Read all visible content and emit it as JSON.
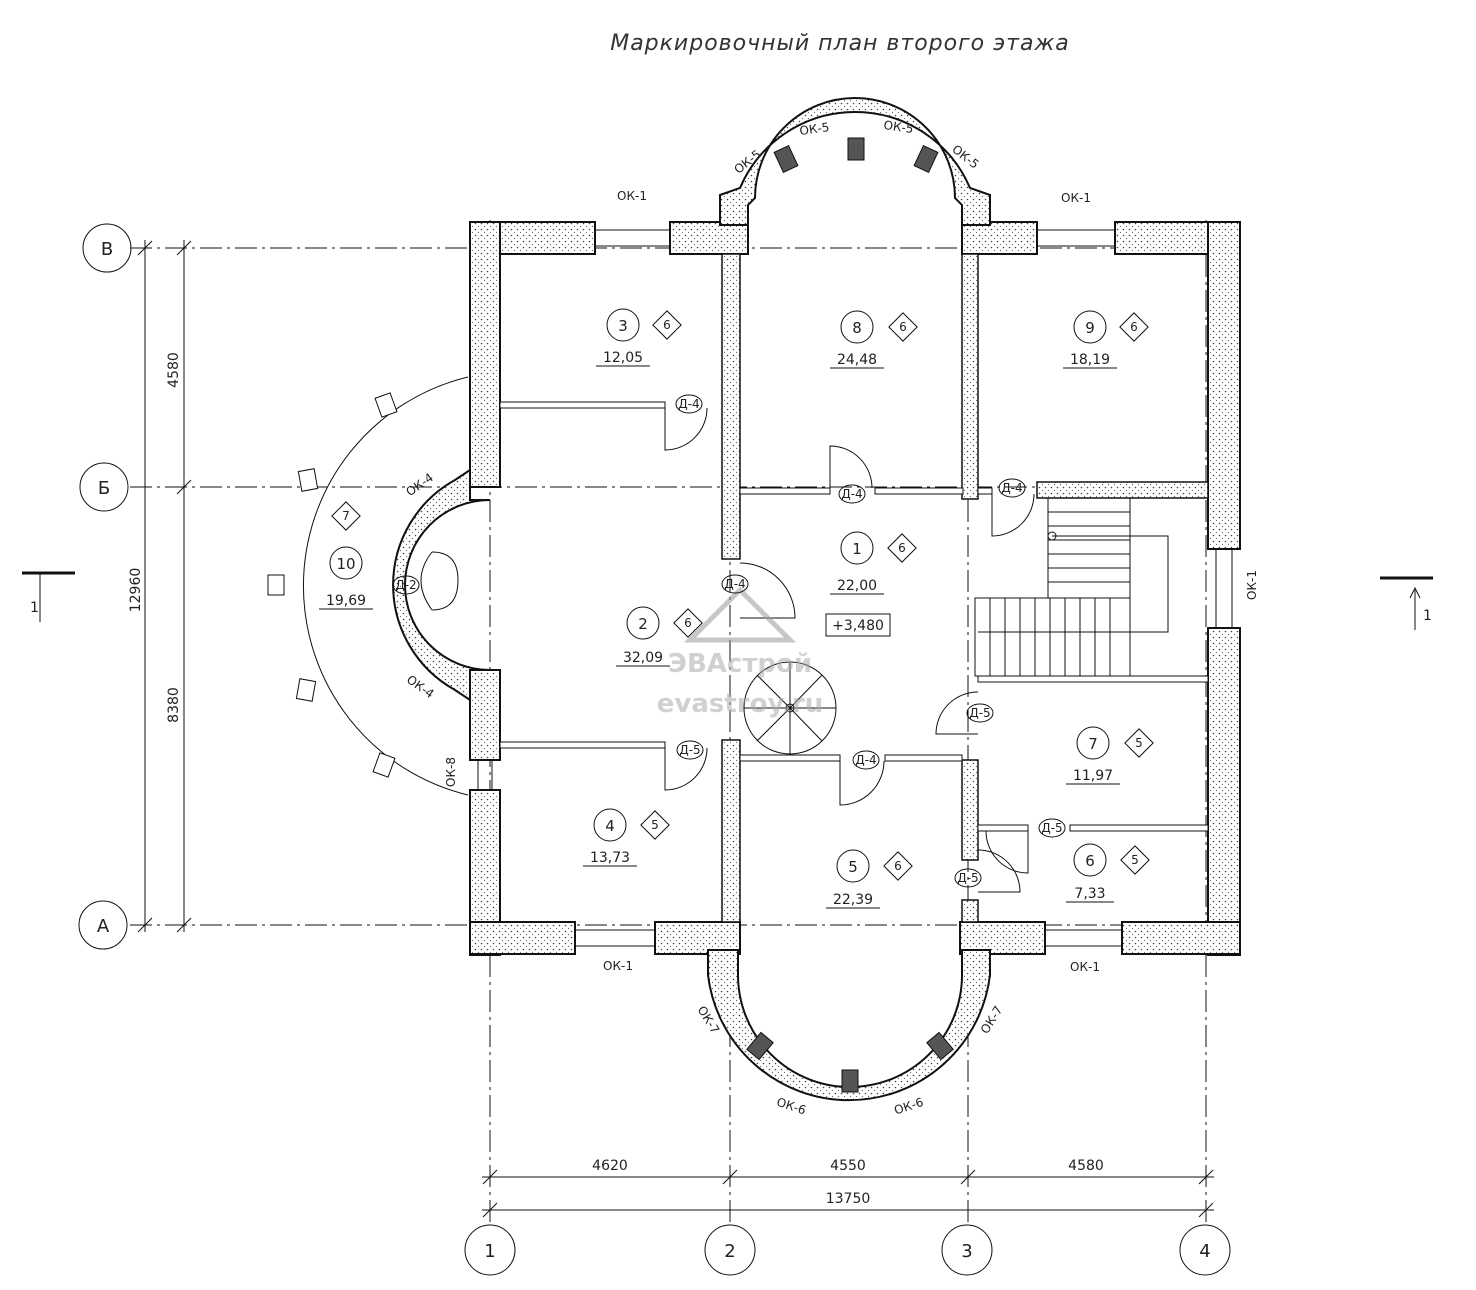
{
  "title": "Маркировочный план второго этажа",
  "axes": {
    "rows": [
      "В",
      "Б",
      "А"
    ],
    "cols": [
      "1",
      "2",
      "3",
      "4"
    ]
  },
  "dimensions": {
    "left_total": "12960",
    "left_top": "4580",
    "left_bottom": "8380",
    "bottom_1": "4620",
    "bottom_2": "4550",
    "bottom_3": "4580",
    "bottom_total": "13750"
  },
  "rooms": [
    {
      "num": "1",
      "area": "22,00",
      "type": "6"
    },
    {
      "num": "2",
      "area": "32,09",
      "type": "6"
    },
    {
      "num": "3",
      "area": "12,05",
      "type": "6"
    },
    {
      "num": "4",
      "area": "13,73",
      "type": "5"
    },
    {
      "num": "5",
      "area": "22,39",
      "type": "6"
    },
    {
      "num": "6",
      "area": "7,33",
      "type": "5"
    },
    {
      "num": "7",
      "area": "11,97",
      "type": "5"
    },
    {
      "num": "8",
      "area": "24,48",
      "type": "6"
    },
    {
      "num": "9",
      "area": "18,19",
      "type": "6"
    },
    {
      "num": "10",
      "area": "19,69",
      "type": "7"
    }
  ],
  "level": "+3,480",
  "windows": {
    "ok1": "ОК-1",
    "ok4": "ОК-4",
    "ok5": "ОК-5",
    "ok6": "ОК-6",
    "ok7": "ОК-7",
    "ok8": "ОК-8"
  },
  "doors": {
    "d2": "Д-2",
    "d4": "Д-4",
    "d5": "Д-5"
  },
  "section": "1",
  "watermark": {
    "brand": "ЭВАстрой",
    "site": "evastroy.ru"
  }
}
